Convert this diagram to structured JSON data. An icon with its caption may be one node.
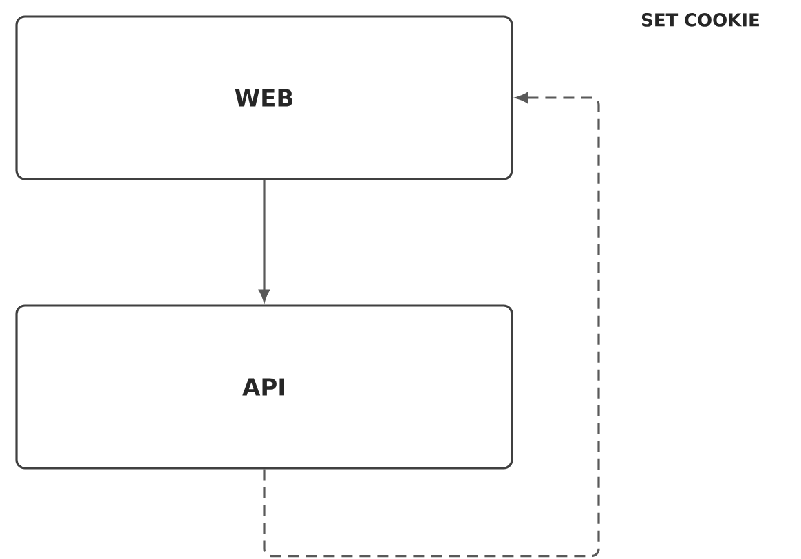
{
  "diagram": {
    "nodes": [
      {
        "text": [
          "WEB"
        ]
      },
      {
        "text": [
          "API"
        ]
      }
    ],
    "edges": [
      {
        "from": 0,
        "to": 1,
        "arrow": "to"
      },
      {
        "from": 1,
        "to": 0,
        "arrow": "to",
        "style": "dashed"
      }
    ],
    "labels": [
      "SET COOKIE"
    ]
  }
}
